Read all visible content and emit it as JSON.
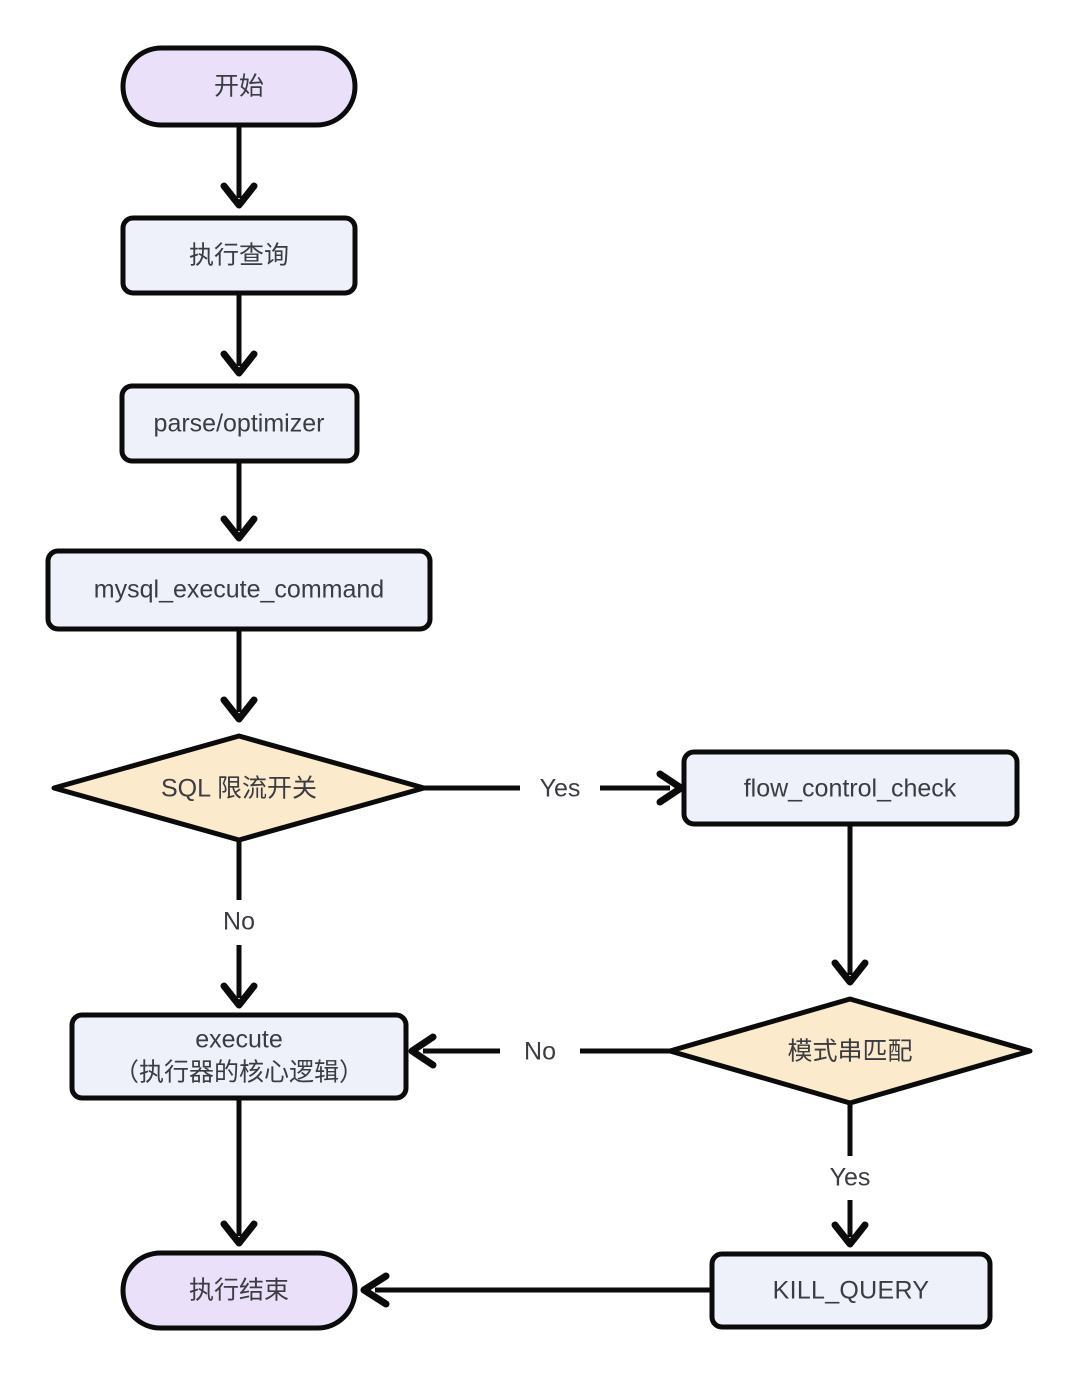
{
  "diagram": {
    "type": "flowchart",
    "title": "MySQL SQL limiting flow",
    "direction": "top-to-bottom",
    "background_color": "#ffffff",
    "palette": {
      "terminal_fill": "#eae0fa",
      "process_fill": "#eef1fa",
      "decision_fill": "#fbeacc",
      "stroke": "#0b0b0b",
      "text": "#3b3b42"
    },
    "nodes": [
      {
        "id": "start",
        "label": "开始",
        "shape": "stadium",
        "fill": "#eae0fa"
      },
      {
        "id": "query",
        "label": "执行查询",
        "shape": "rounded-rect",
        "fill": "#eef1fa"
      },
      {
        "id": "parse",
        "label": "parse/optimizer",
        "shape": "rounded-rect",
        "fill": "#eef1fa"
      },
      {
        "id": "command",
        "label": "mysql_execute_command",
        "shape": "rounded-rect",
        "fill": "#eef1fa"
      },
      {
        "id": "switch",
        "label": "SQL 限流开关",
        "shape": "diamond",
        "fill": "#fbeacc"
      },
      {
        "id": "fcc",
        "label": "flow_control_check",
        "shape": "rounded-rect",
        "fill": "#eef1fa"
      },
      {
        "id": "match",
        "label": "模式串匹配",
        "shape": "diamond",
        "fill": "#fbeacc"
      },
      {
        "id": "execute",
        "label_line1": "execute",
        "label_line2": "（执行器的核心逻辑）",
        "shape": "rounded-rect",
        "fill": "#eef1fa"
      },
      {
        "id": "kill",
        "label": "KILL_QUERY",
        "shape": "rounded-rect",
        "fill": "#eef1fa"
      },
      {
        "id": "end",
        "label": "执行结束",
        "shape": "stadium",
        "fill": "#eae0fa"
      }
    ],
    "edges": [
      {
        "from": "start",
        "to": "query",
        "label": ""
      },
      {
        "from": "query",
        "to": "parse",
        "label": ""
      },
      {
        "from": "parse",
        "to": "command",
        "label": ""
      },
      {
        "from": "command",
        "to": "switch",
        "label": ""
      },
      {
        "from": "switch",
        "to": "fcc",
        "label": "Yes"
      },
      {
        "from": "switch",
        "to": "execute",
        "label": "No"
      },
      {
        "from": "fcc",
        "to": "match",
        "label": ""
      },
      {
        "from": "match",
        "to": "execute",
        "label": "No"
      },
      {
        "from": "match",
        "to": "kill",
        "label": "Yes"
      },
      {
        "from": "execute",
        "to": "end",
        "label": ""
      },
      {
        "from": "kill",
        "to": "end",
        "label": ""
      }
    ],
    "edge_labels": {
      "switch_yes": "Yes",
      "switch_no": "No",
      "match_no": "No",
      "match_yes": "Yes"
    }
  }
}
